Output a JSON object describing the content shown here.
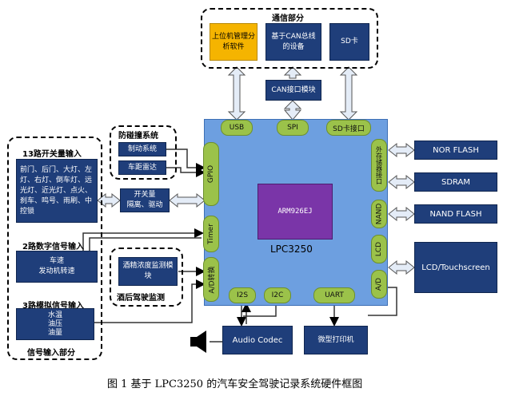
{
  "comm_group": {
    "title": "通信部分",
    "host_software": "上位机管理分析软件",
    "can_device": "基于CAN总线的设备",
    "sd_card": "SD卡",
    "can_module": "CAN接口模块"
  },
  "cpu": {
    "name": "LPC3250",
    "core": "ARM926EJ",
    "ports_top": [
      "USB",
      "SPI",
      "SD卡接口"
    ],
    "ports_left": [
      "GPIO",
      "Timer",
      "A/D转换"
    ],
    "ports_right": [
      "外存储器接口",
      "NAND",
      "LCD",
      "A/D"
    ],
    "ports_bottom": [
      "I2S",
      "I2C",
      "UART"
    ]
  },
  "collision_group": {
    "title": "防碰撞系统",
    "brake": "制动系统",
    "radar": "车距雷达"
  },
  "switch_inputs": {
    "title": "13路开关量输入",
    "content": "前门、后门、大灯、左灯、右灯、倒车灯、远光灯、近光灯、点火、刹车、鸣号、雨刷、中控锁"
  },
  "isolation_driver": "开关量\n隔离、驱动",
  "digital_inputs": {
    "title": "2路数字信号输入",
    "content": "车速\n发动机转速"
  },
  "analog_inputs": {
    "title": "3路模拟信号输入",
    "content": "水温\n油压\n油量"
  },
  "signal_input_label": "信号输入部分",
  "alcohol_group": {
    "title": "酒后驾驶监测",
    "module": "酒精浓度监测模块"
  },
  "peripherals": {
    "nor_flash": "NOR FLASH",
    "sdram": "SDRAM",
    "nand_flash": "NAND FLASH",
    "lcd": "LCD/Touchscreen",
    "audio_codec": "Audio Codec",
    "printer": "微型打印机"
  },
  "caption": "图 1 基于 LPC3250 的汽车安全驾驶记录系统硬件框图",
  "colors": {
    "navy": "#1f3e7a",
    "cpu_blue": "#6d9fe0",
    "core_purple": "#7a35a8",
    "port_green": "#9bc24a",
    "host_yellow": "#f5b400",
    "arrow_fill": "#e4ecf7"
  }
}
